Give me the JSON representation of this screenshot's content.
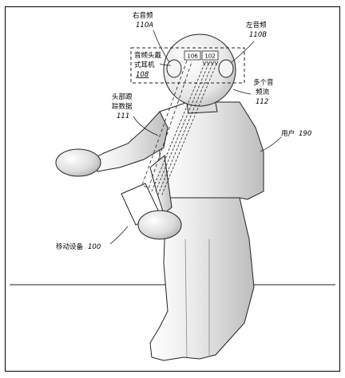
{
  "labels": {
    "right_audio": "右音频",
    "right_audio_num": "110A",
    "left_audio": "左音频",
    "left_audio_num": "110B",
    "headset_line1": "音频头戴",
    "headset_line2": "式耳机",
    "headset_num": "108",
    "box_a": "106",
    "box_b": "102",
    "streams_line1": "多个音",
    "streams_line2": "频流",
    "streams_num": "112",
    "tracking_line1": "头部跟",
    "tracking_line2": "踪数据",
    "tracking_num": "111",
    "user": "用户",
    "user_num": "190",
    "device": "移动设备",
    "device_num": "100"
  },
  "colors": {
    "figure_fill": "#e6e6e6",
    "stroke": "#222222"
  }
}
